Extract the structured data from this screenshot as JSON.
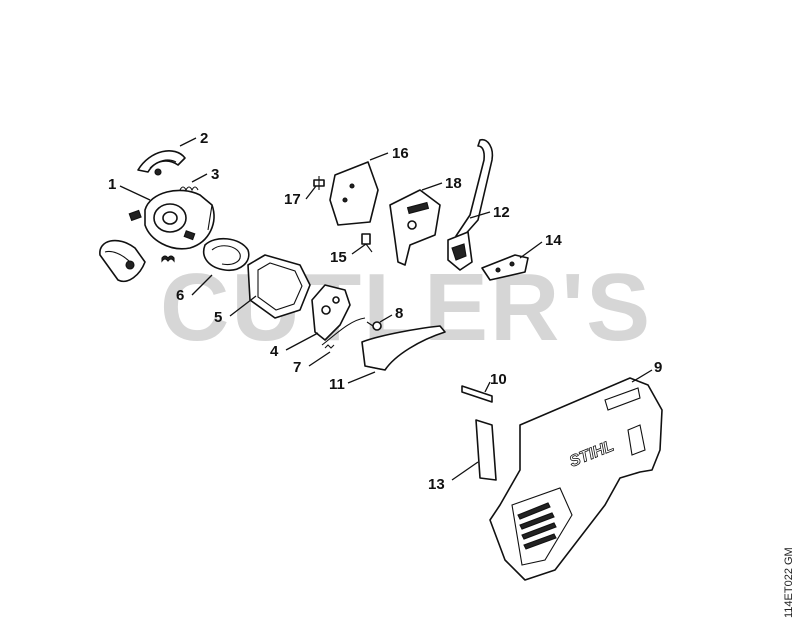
{
  "watermark": "CUTLER'S",
  "reference_code": "114ET022 GM",
  "brand_logo": "STIHL",
  "callouts": [
    "1",
    "2",
    "3",
    "4",
    "5",
    "6",
    "7",
    "8",
    "9",
    "10",
    "11",
    "12",
    "13",
    "14",
    "15",
    "16",
    "17",
    "18"
  ]
}
